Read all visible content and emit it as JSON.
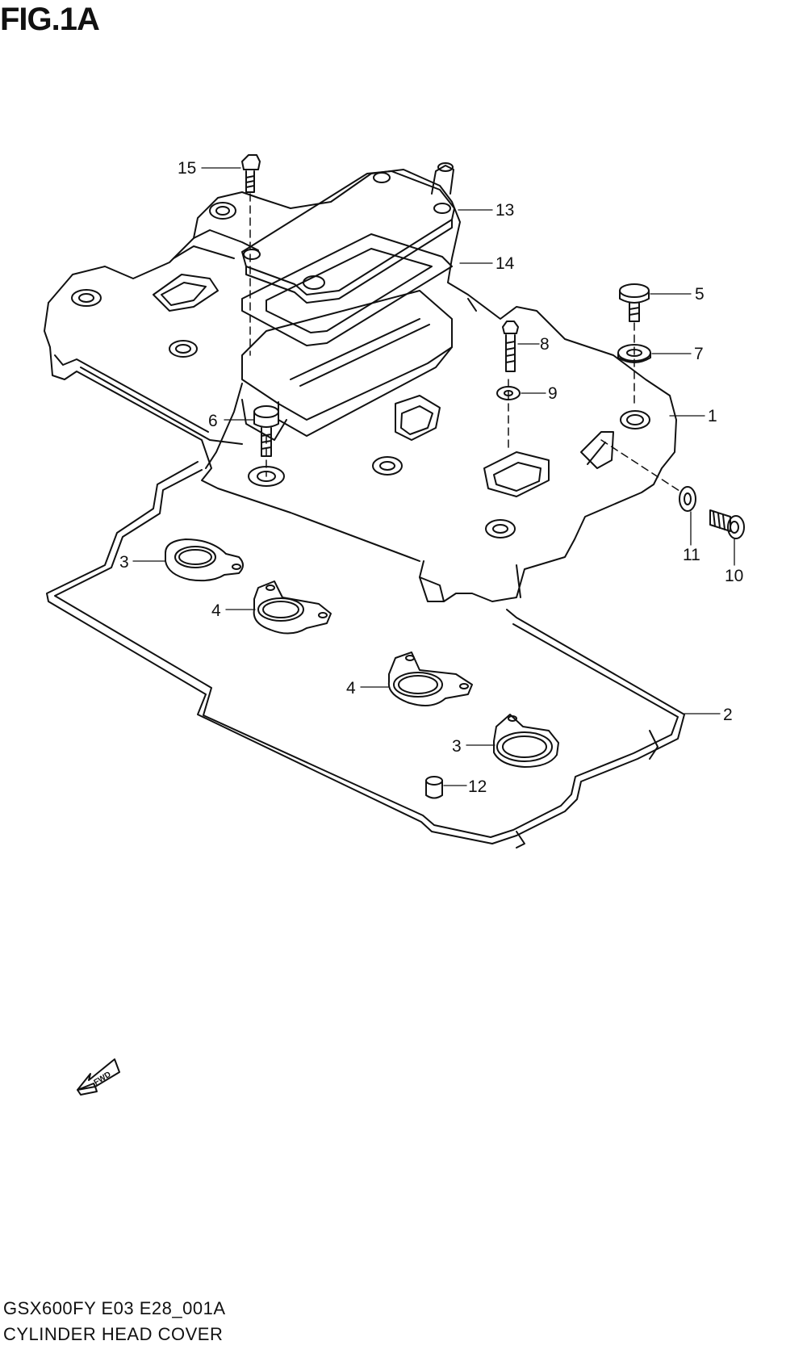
{
  "figure": {
    "title": "FIG.1A"
  },
  "captions": {
    "model_code": "GSX600FY E03 E28_001A",
    "part_name": "CYLINDER HEAD COVER"
  },
  "fwd_label": "FWD",
  "callouts": [
    {
      "id": "c15",
      "label": "15"
    },
    {
      "id": "c13",
      "label": "13"
    },
    {
      "id": "c14",
      "label": "14"
    },
    {
      "id": "c5",
      "label": "5"
    },
    {
      "id": "c8",
      "label": "8"
    },
    {
      "id": "c7",
      "label": "7"
    },
    {
      "id": "c9",
      "label": "9"
    },
    {
      "id": "c1",
      "label": "1"
    },
    {
      "id": "c6",
      "label": "6"
    },
    {
      "id": "c11",
      "label": "11"
    },
    {
      "id": "c10",
      "label": "10"
    },
    {
      "id": "c3a",
      "label": "3"
    },
    {
      "id": "c4a",
      "label": "4"
    },
    {
      "id": "c4b",
      "label": "4"
    },
    {
      "id": "c2",
      "label": "2"
    },
    {
      "id": "c3b",
      "label": "3"
    },
    {
      "id": "c12",
      "label": "12"
    }
  ]
}
